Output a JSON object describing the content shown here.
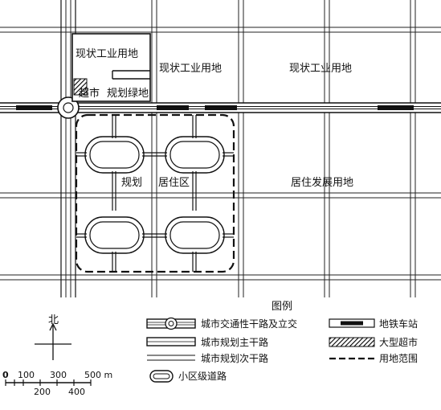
{
  "map": {
    "areas": {
      "industrial_existing_1": "现状工业用地",
      "industrial_existing_2": "现状工业用地",
      "industrial_existing_3": "现状工业用地",
      "supermarket_planned": "超市",
      "green_planned": "规划绿地",
      "residential_planned_prefix": "规划",
      "residential_planned": "居住区",
      "residential_development": "居住发展用地"
    }
  },
  "north_arrow": {
    "label": "北"
  },
  "scale_bar": {
    "top_labels": [
      "0",
      "100",
      "300",
      "500 m"
    ],
    "bottom_labels": [
      "200",
      "400"
    ]
  },
  "legend": {
    "title": "图例",
    "items": [
      {
        "icon": "arterial-interchange-icon",
        "label": "城市交通性干路及立交"
      },
      {
        "icon": "subway-station-icon",
        "label": "地铁车站"
      },
      {
        "icon": "main-road-icon",
        "label": "城市规划主干路"
      },
      {
        "icon": "supermarket-hatch-icon",
        "label": "大型超市"
      },
      {
        "icon": "secondary-road-icon",
        "label": "城市规划次干路"
      },
      {
        "icon": "site-boundary-icon",
        "label": "用地范围"
      },
      {
        "icon": "local-road-icon",
        "label": "小区级道路"
      }
    ]
  }
}
